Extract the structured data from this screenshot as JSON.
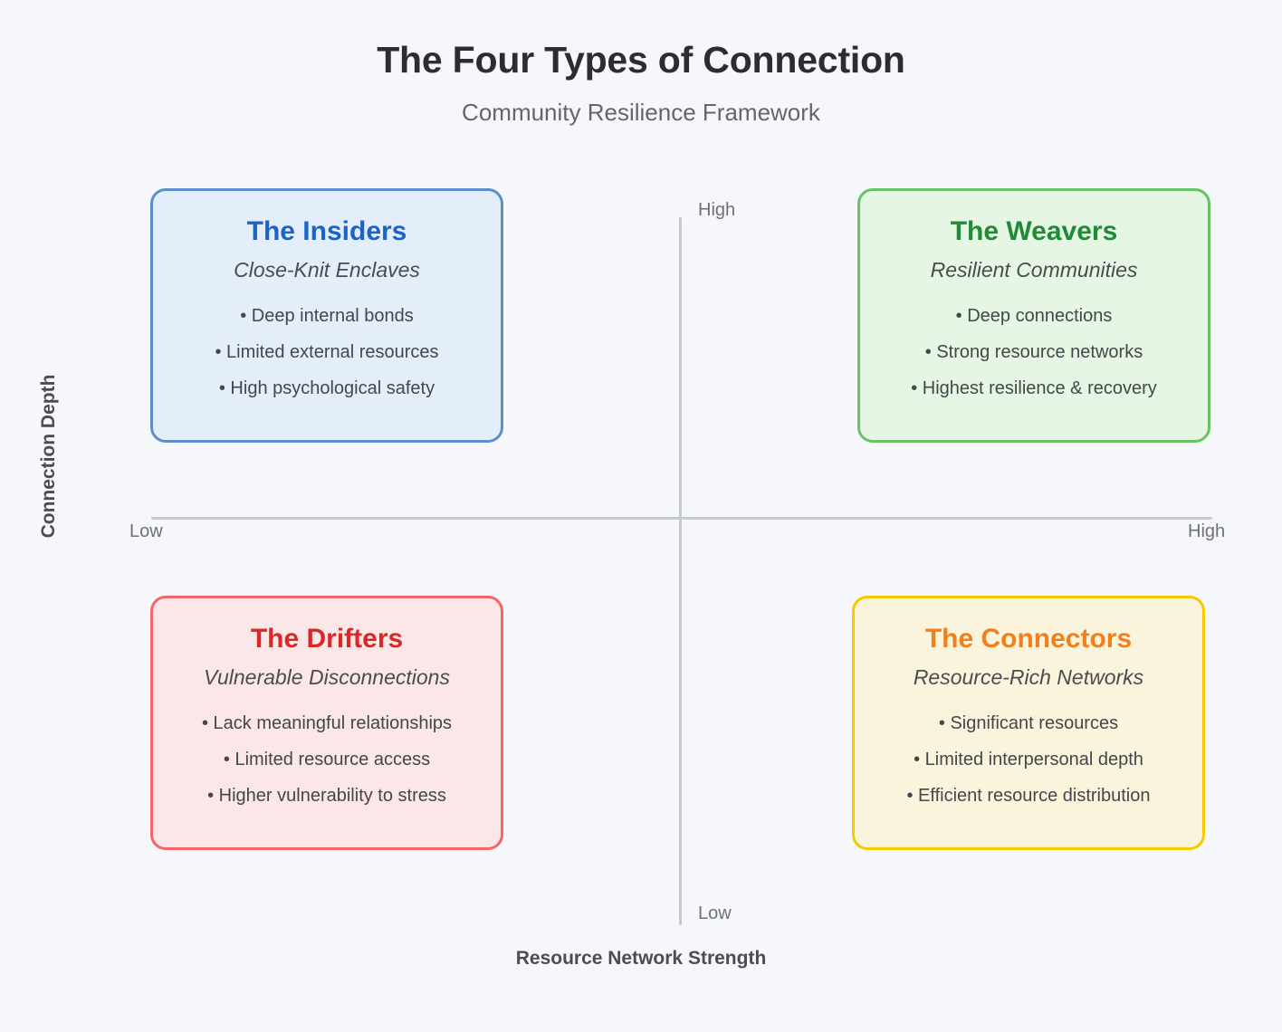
{
  "header": {
    "title": "The Four Types of Connection",
    "subtitle": "Community Resilience Framework"
  },
  "axes": {
    "x_title": "Resource Network Strength",
    "y_title": "Connection Depth",
    "x_low_label": "Low",
    "x_high_label": "High",
    "y_low_label": "Low",
    "y_high_label": "High"
  },
  "colors": {
    "background": "#f6f7fa",
    "axis_line": "#c6c9ce",
    "insiders_border": "#5b8fc9",
    "insiders_fill": "#e4eefa",
    "insiders_title": "#1c63c8",
    "weavers_border": "#66c463",
    "weavers_fill": "#e6f6e4",
    "weavers_title": "#218a36",
    "drifters_border": "#f4646a",
    "drifters_fill": "#fbe7e7",
    "drifters_title": "#d82828",
    "connectors_border": "#f5cb00",
    "connectors_fill": "#fbf4dd",
    "connectors_title": "#f0801e"
  },
  "chart_data": {
    "type": "table",
    "title": "The Four Types of Connection",
    "subtitle": "Community Resilience Framework",
    "xlabel": "Resource Network Strength",
    "ylabel": "Connection Depth",
    "xlim": [
      "Low",
      "High"
    ],
    "ylim": [
      "Low",
      "High"
    ],
    "grid": false,
    "legend": "none",
    "quadrants": [
      {
        "id": "insiders",
        "position": "top-left",
        "x": "Low",
        "y": "High",
        "title": "The Insiders",
        "subtitle": "Close-Knit Enclaves",
        "bullets": [
          "• Deep internal bonds",
          "• Limited external resources",
          "• High psychological safety"
        ]
      },
      {
        "id": "weavers",
        "position": "top-right",
        "x": "High",
        "y": "High",
        "title": "The Weavers",
        "subtitle": "Resilient Communities",
        "bullets": [
          "• Deep connections",
          "• Strong resource networks",
          "• Highest resilience & recovery"
        ]
      },
      {
        "id": "drifters",
        "position": "bottom-left",
        "x": "Low",
        "y": "Low",
        "title": "The Drifters",
        "subtitle": "Vulnerable Disconnections",
        "bullets": [
          "• Lack meaningful relationships",
          "• Limited resource access",
          "• Higher vulnerability to stress"
        ]
      },
      {
        "id": "connectors",
        "position": "bottom-right",
        "x": "High",
        "y": "Low",
        "title": "The Connectors",
        "subtitle": "Resource-Rich Networks",
        "bullets": [
          "• Significant resources",
          "• Limited interpersonal depth",
          "• Efficient resource distribution"
        ]
      }
    ]
  }
}
